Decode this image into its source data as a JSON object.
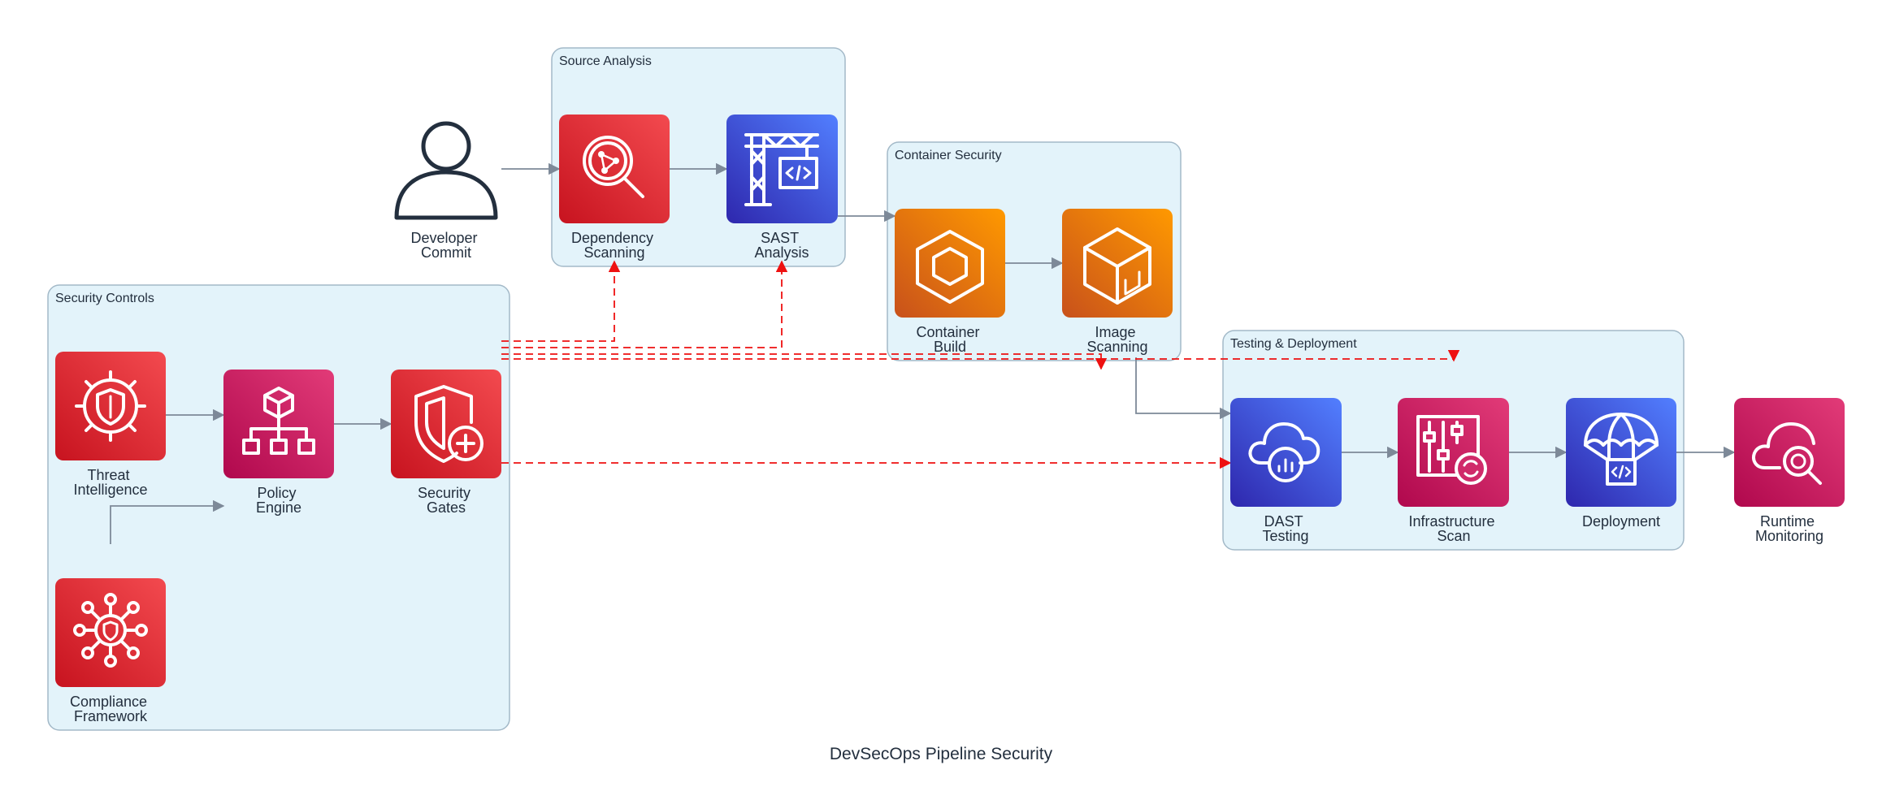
{
  "title": "DevSecOps Pipeline Security",
  "colors": {
    "red": "#e3262f",
    "pink": "#cc2165",
    "blue": "#3c48cc",
    "orange": "#e8740d",
    "cluster_fill": "#e3f3fa",
    "cluster_border": "#a3b9c8",
    "solid_edge": "#7d8998",
    "dashed_edge": "#ee1111",
    "text": "#232f3e"
  },
  "clusters": {
    "source_analysis": {
      "label": "Source Analysis"
    },
    "container_security": {
      "label": "Container Security"
    },
    "security_controls": {
      "label": "Security Controls"
    },
    "testing_deployment": {
      "label": "Testing & Deployment"
    }
  },
  "nodes": {
    "developer_commit": {
      "label": [
        "Developer",
        "Commit"
      ],
      "icon": "user-icon"
    },
    "dependency_scanning": {
      "label": [
        "Dependency",
        "Scanning"
      ],
      "icon": "magnifier-network-icon",
      "color": "red"
    },
    "sast_analysis": {
      "label": [
        "SAST",
        "Analysis"
      ],
      "icon": "crane-code-icon",
      "color": "blue"
    },
    "container_build": {
      "label": [
        "Container",
        "Build"
      ],
      "icon": "hexagon-container-icon",
      "color": "orange"
    },
    "image_scanning": {
      "label": [
        "Image",
        "Scanning"
      ],
      "icon": "cube-icon",
      "color": "orange"
    },
    "threat_intelligence": {
      "label": [
        "Threat",
        "Intelligence"
      ],
      "icon": "gear-shield-icon",
      "color": "red"
    },
    "policy_engine": {
      "label": [
        "Policy",
        "Engine"
      ],
      "icon": "hierarchy-icon",
      "color": "pink"
    },
    "security_gates": {
      "label": [
        "Security",
        "Gates"
      ],
      "icon": "shield-plus-icon",
      "color": "red"
    },
    "compliance_framework": {
      "label": [
        "Compliance",
        "Framework"
      ],
      "icon": "shield-network-icon",
      "color": "red"
    },
    "dast_testing": {
      "label": [
        "DAST",
        "Testing"
      ],
      "icon": "cloud-chart-icon",
      "color": "blue"
    },
    "infrastructure_scan": {
      "label": [
        "Infrastructure",
        "Scan"
      ],
      "icon": "sliders-gear-icon",
      "color": "pink"
    },
    "deployment": {
      "label": [
        "Deployment"
      ],
      "icon": "parachute-code-icon",
      "color": "blue"
    },
    "runtime_monitoring": {
      "label": [
        "Runtime",
        "Monitoring"
      ],
      "icon": "cloud-search-icon",
      "color": "pink"
    }
  }
}
